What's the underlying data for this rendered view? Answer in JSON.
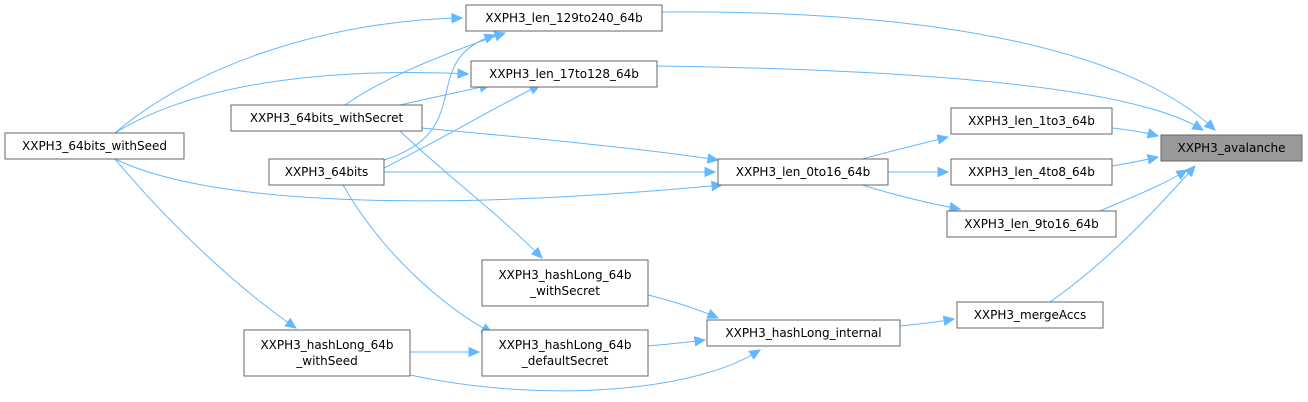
{
  "graph": {
    "nodes": {
      "avalanche": {
        "lines": [
          "XXPH3_avalanche"
        ],
        "root": true
      },
      "len129": {
        "lines": [
          "XXPH3_len_129to240_64b"
        ]
      },
      "len17": {
        "lines": [
          "XXPH3_len_17to128_64b"
        ]
      },
      "len1to3": {
        "lines": [
          "XXPH3_len_1to3_64b"
        ]
      },
      "len4to8": {
        "lines": [
          "XXPH3_len_4to8_64b"
        ]
      },
      "len9to16": {
        "lines": [
          "XXPH3_len_9to16_64b"
        ]
      },
      "len0to16": {
        "lines": [
          "XXPH3_len_0to16_64b"
        ]
      },
      "mergeAccs": {
        "lines": [
          "XXPH3_mergeAccs"
        ]
      },
      "hashLongInternal": {
        "lines": [
          "XXPH3_hashLong_internal"
        ]
      },
      "hlWithSecret": {
        "lines": [
          "XXPH3_hashLong_64b",
          "_withSecret"
        ]
      },
      "hlDefaultSecret": {
        "lines": [
          "XXPH3_hashLong_64b",
          "_defaultSecret"
        ]
      },
      "hlWithSeed": {
        "lines": [
          "XXPH3_hashLong_64b",
          "_withSeed"
        ]
      },
      "withSecret": {
        "lines": [
          "XXPH3_64bits_withSecret"
        ]
      },
      "bits64": {
        "lines": [
          "XXPH3_64bits"
        ]
      },
      "withSeed": {
        "lines": [
          "XXPH3_64bits_withSeed"
        ]
      }
    },
    "edges": [
      [
        "len129",
        "avalanche"
      ],
      [
        "len17",
        "avalanche"
      ],
      [
        "len1to3",
        "avalanche"
      ],
      [
        "len4to8",
        "avalanche"
      ],
      [
        "len9to16",
        "avalanche"
      ],
      [
        "mergeAccs",
        "avalanche"
      ],
      [
        "len0to16",
        "len1to3"
      ],
      [
        "len0to16",
        "len4to8"
      ],
      [
        "len0to16",
        "len9to16"
      ],
      [
        "hashLongInternal",
        "mergeAccs"
      ],
      [
        "hlWithSecret",
        "hashLongInternal"
      ],
      [
        "hlDefaultSecret",
        "hashLongInternal"
      ],
      [
        "hlWithSeed",
        "hashLongInternal"
      ],
      [
        "hlWithSeed",
        "hlDefaultSecret"
      ],
      [
        "withSecret",
        "len129"
      ],
      [
        "withSecret",
        "len17"
      ],
      [
        "withSecret",
        "len0to16"
      ],
      [
        "withSecret",
        "hlWithSecret"
      ],
      [
        "bits64",
        "len129"
      ],
      [
        "bits64",
        "len17"
      ],
      [
        "bits64",
        "len0to16"
      ],
      [
        "bits64",
        "hlDefaultSecret"
      ],
      [
        "withSeed",
        "len129"
      ],
      [
        "withSeed",
        "len17"
      ],
      [
        "withSeed",
        "len0to16"
      ],
      [
        "withSeed",
        "hlWithSeed"
      ]
    ]
  },
  "colors": {
    "edge": "#63b8ff",
    "node_border": "#666666",
    "node_fill": "#ffffff",
    "root_fill": "#999999"
  }
}
